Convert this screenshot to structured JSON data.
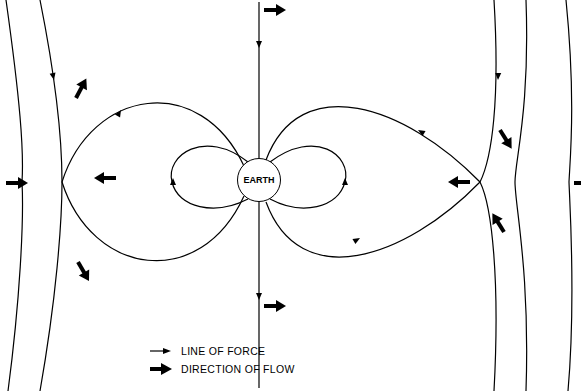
{
  "diagram": {
    "nodes": [
      {
        "text": [
          "EARTH"
        ]
      }
    ],
    "legend": [
      {
        "text": "LINE OF FORCE"
      },
      {
        "text": "DIRECTION OF FLOW"
      }
    ]
  }
}
